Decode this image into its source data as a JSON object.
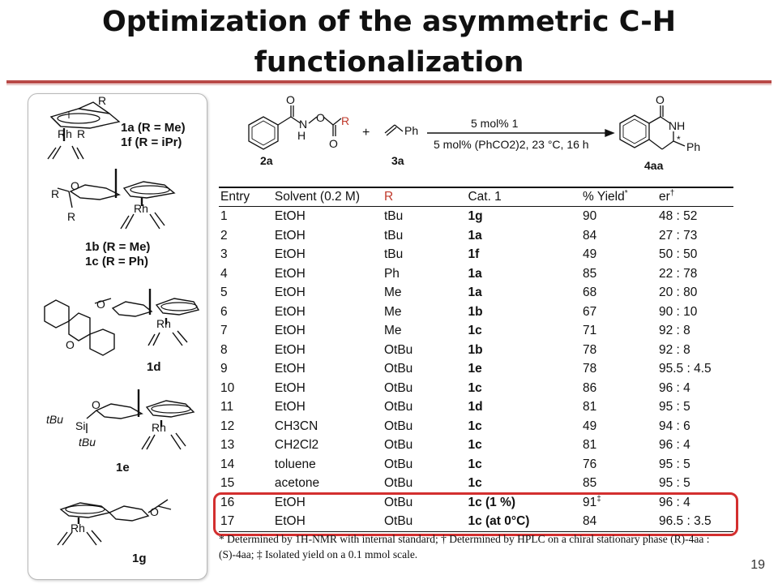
{
  "slide": {
    "title_line1": "Optimization of the asymmetric C-H",
    "title_line2": "functionalization",
    "page_number": "19"
  },
  "catalysts": {
    "c1": {
      "line1": "1a (R = Me)",
      "line2": "1f (R = iPr)",
      "R_top": "R",
      "R_mid": "R",
      "Rh": "Rh"
    },
    "c2": {
      "line1": "1b (R = Me)",
      "line2": "1c (R = Ph)",
      "R_a": "R",
      "R_b": "R",
      "O": "O",
      "Rh": "Rh"
    },
    "c3": {
      "label": "1d",
      "O_a": "O",
      "O_b": "O",
      "Rh": "Rh"
    },
    "c4": {
      "label": "1e",
      "tBu_a": "tBu",
      "Si": "Si",
      "tBu_b": "tBu",
      "O": "O",
      "Rh": "Rh"
    },
    "c5": {
      "label": "1g",
      "O": "O",
      "Rh": "Rh"
    }
  },
  "scheme": {
    "reagent_2a": "2a",
    "reagent_3a": "3a",
    "product": "4aa",
    "plus": "+",
    "styrene_Ph": "Ph",
    "product_Ph": "Ph",
    "product_NH": "NH",
    "product_star": "*",
    "N": "N",
    "H": "H",
    "O": "O",
    "R": "R",
    "cond_top": "5 mol% 1",
    "cond_bottom": "5 mol% (PhCO2)2, 23 °C, 16 h"
  },
  "table": {
    "headers": {
      "entry": "Entry",
      "solvent": "Solvent (0.2 M)",
      "r": "R",
      "cat": "Cat. 1",
      "yield": "% Yield",
      "yield_mark": "*",
      "er": "er",
      "er_mark": "†"
    },
    "rows": [
      {
        "entry": "1",
        "solvent": "EtOH",
        "r": "tBu",
        "cat": "1g",
        "yield": "90",
        "er": "48 : 52"
      },
      {
        "entry": "2",
        "solvent": "EtOH",
        "r": "tBu",
        "cat": "1a",
        "yield": "84",
        "er": "27 : 73"
      },
      {
        "entry": "3",
        "solvent": "EtOH",
        "r": "tBu",
        "cat": "1f",
        "yield": "49",
        "er": "50 : 50"
      },
      {
        "entry": "4",
        "solvent": "EtOH",
        "r": "Ph",
        "cat": "1a",
        "yield": "85",
        "er": "22 : 78"
      },
      {
        "entry": "5",
        "solvent": "EtOH",
        "r": "Me",
        "cat": "1a",
        "yield": "68",
        "er": "20 : 80"
      },
      {
        "entry": "6",
        "solvent": "EtOH",
        "r": "Me",
        "cat": "1b",
        "yield": "67",
        "er": "90 : 10"
      },
      {
        "entry": "7",
        "solvent": "EtOH",
        "r": "Me",
        "cat": "1c",
        "yield": "71",
        "er": "92 : 8"
      },
      {
        "entry": "8",
        "solvent": "EtOH",
        "r": "OtBu",
        "cat": "1b",
        "yield": "78",
        "er": "92 : 8"
      },
      {
        "entry": "9",
        "solvent": "EtOH",
        "r": "OtBu",
        "cat": "1e",
        "yield": "78",
        "er": "95.5 : 4.5"
      },
      {
        "entry": "10",
        "solvent": "EtOH",
        "r": "OtBu",
        "cat": "1c",
        "yield": "86",
        "er": "96 : 4"
      },
      {
        "entry": "11",
        "solvent": "EtOH",
        "r": "OtBu",
        "cat": "1d",
        "yield": "81",
        "er": "95 : 5"
      },
      {
        "entry": "12",
        "solvent": "CH3CN",
        "r": "OtBu",
        "cat": "1c",
        "yield": "49",
        "er": "94 : 6"
      },
      {
        "entry": "13",
        "solvent": "CH2Cl2",
        "r": "OtBu",
        "cat": "1c",
        "yield": "81",
        "er": "96 : 4"
      },
      {
        "entry": "14",
        "solvent": "toluene",
        "r": "OtBu",
        "cat": "1c",
        "yield": "76",
        "er": "95 : 5"
      },
      {
        "entry": "15",
        "solvent": "acetone",
        "r": "OtBu",
        "cat": "1c",
        "yield": "85",
        "er": "95 : 5"
      },
      {
        "entry": "16",
        "solvent": "EtOH",
        "r": "OtBu",
        "cat": "1c",
        "cat_note": " (1 %)",
        "yield": "91",
        "yield_mark": "‡",
        "er": "96 : 4"
      },
      {
        "entry": "17",
        "solvent": "EtOH",
        "r": "OtBu",
        "cat": "1c",
        "cat_note": " (at 0°C)",
        "yield": "84",
        "er": "96.5 : 3.5"
      }
    ],
    "footnote": "* Determined by 1H-NMR with internal standard; † Determined by HPLC on a chiral stationary phase (R)-4aa : (S)-4aa; ‡ Isolated yield on a 0.1 mmol scale."
  },
  "colors": {
    "title_rule": "#b94a48",
    "highlight": "#d32f2f",
    "r_label": "#c0392b"
  }
}
